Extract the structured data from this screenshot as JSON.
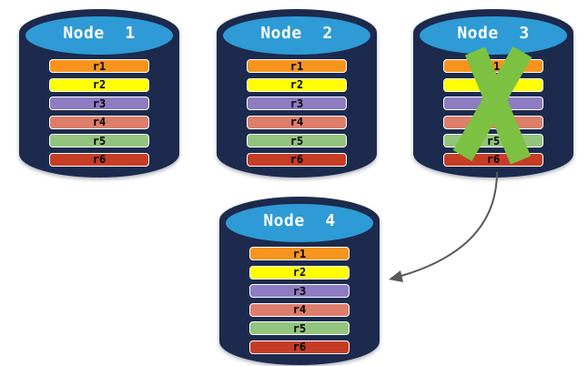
{
  "diagram": {
    "colors": {
      "cylinder_body": "#1C2A4D",
      "cylinder_top": "#2E9BD6",
      "failure_x": "#7DC142",
      "arrow": "#595959",
      "row_border": "#FFFFFF",
      "title_text": "#FFFFFF",
      "row_text": "#000000",
      "background": "#FFFFFF"
    },
    "nodes": [
      {
        "id": "node-1",
        "title": "Node  1",
        "failed": false,
        "rows": [
          {
            "label": "r1",
            "color": "#F7941D"
          },
          {
            "label": "r2",
            "color": "#FFFF00"
          },
          {
            "label": "r3",
            "color": "#8E7CC3"
          },
          {
            "label": "r4",
            "color": "#DD7E6B"
          },
          {
            "label": "r5",
            "color": "#93C47D"
          },
          {
            "label": "r6",
            "color": "#C63D26"
          }
        ]
      },
      {
        "id": "node-2",
        "title": "Node  2",
        "failed": false,
        "rows": [
          {
            "label": "r1",
            "color": "#F7941D"
          },
          {
            "label": "r2",
            "color": "#FFFF00"
          },
          {
            "label": "r3",
            "color": "#8E7CC3"
          },
          {
            "label": "r4",
            "color": "#DD7E6B"
          },
          {
            "label": "r5",
            "color": "#93C47D"
          },
          {
            "label": "r6",
            "color": "#C63D26"
          }
        ]
      },
      {
        "id": "node-3",
        "title": "Node  3",
        "failed": true,
        "rows": [
          {
            "label": "r1",
            "color": "#F7941D"
          },
          {
            "label": "r2",
            "color": "#FFFF00"
          },
          {
            "label": "r3",
            "color": "#8E7CC3"
          },
          {
            "label": "r4",
            "color": "#DD7E6B"
          },
          {
            "label": "r5",
            "color": "#93C47D"
          },
          {
            "label": "r6",
            "color": "#C63D26"
          }
        ]
      },
      {
        "id": "node-4",
        "title": "Node  4",
        "failed": false,
        "rows": [
          {
            "label": "r1",
            "color": "#F7941D"
          },
          {
            "label": "r2",
            "color": "#FFFF00"
          },
          {
            "label": "r3",
            "color": "#8E7CC3"
          },
          {
            "label": "r4",
            "color": "#DD7E6B"
          },
          {
            "label": "r5",
            "color": "#93C47D"
          },
          {
            "label": "r6",
            "color": "#C63D26"
          }
        ]
      }
    ],
    "arrow": {
      "from": "node-3",
      "to": "node-4"
    }
  }
}
